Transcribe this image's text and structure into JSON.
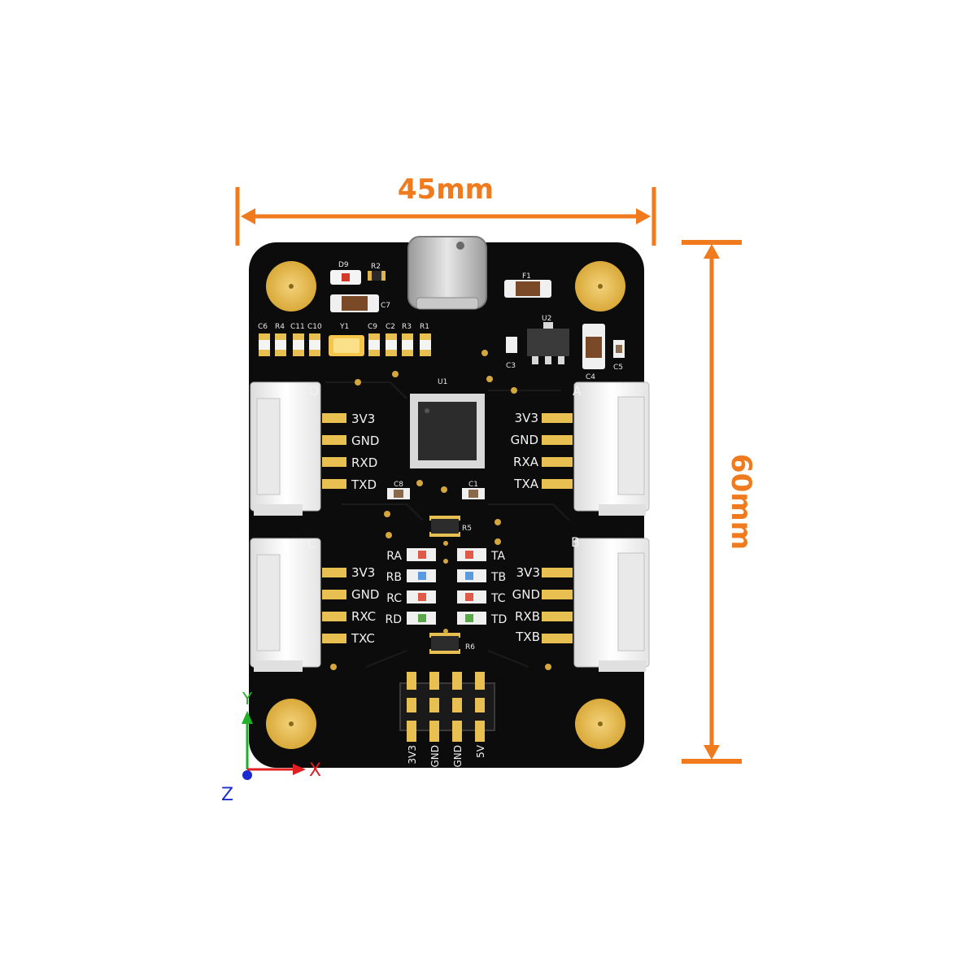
{
  "dimensions": {
    "width_label": "45mm",
    "height_label": "60mm",
    "color": "#f07b1e"
  },
  "axes": {
    "x_label": "X",
    "y_label": "Y",
    "z_label": "Z",
    "x_color": "#e02020",
    "y_color": "#22b02a",
    "z_color": "#1b2bd0"
  },
  "board": {
    "pcb_color": "#0c0c0c",
    "pad_color": "#e8c052",
    "component_labels": [
      "D9",
      "R2",
      "C7",
      "F1",
      "U2",
      "C3",
      "C4",
      "C5",
      "C6",
      "R4",
      "C11",
      "C10",
      "Y1",
      "C9",
      "C2",
      "R3",
      "R1",
      "U1",
      "C8",
      "C1",
      "R5",
      "R6"
    ],
    "ports": {
      "A": {
        "letter": "A",
        "pins": [
          "3V3",
          "GND",
          "RXA",
          "TXA"
        ]
      },
      "B": {
        "letter": "B",
        "pins": [
          "3V3",
          "GND",
          "RXB",
          "TXB"
        ]
      },
      "C": {
        "letter": "C",
        "pins": [
          "3V3",
          "GND",
          "RXC",
          "TXC"
        ]
      },
      "D": {
        "letter": "D",
        "pins": [
          "3V3",
          "GND",
          "RXD",
          "TXD"
        ]
      }
    },
    "led_labels_left": [
      "RA",
      "RB",
      "RC",
      "RD"
    ],
    "led_labels_right": [
      "TA",
      "TB",
      "TC",
      "TD"
    ],
    "header_pins": [
      "3V3",
      "GND",
      "GND",
      "5V"
    ]
  }
}
